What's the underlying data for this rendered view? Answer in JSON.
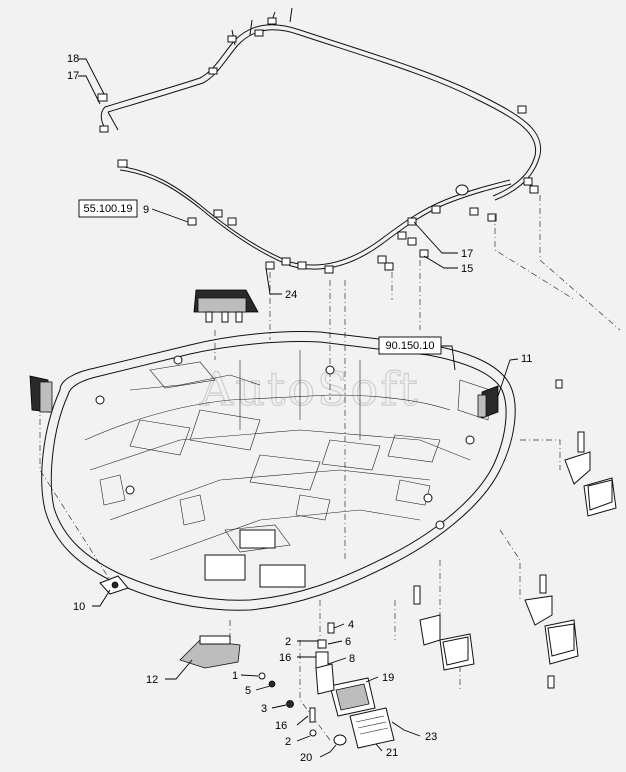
{
  "watermark": "AutoSoft",
  "reference_boxes": [
    {
      "id": "ref-55-100-19",
      "text": "55.100.19"
    },
    {
      "id": "ref-90-150-10",
      "text": "90.150.10"
    }
  ],
  "callouts": [
    {
      "id": "c18",
      "text": "18"
    },
    {
      "id": "c17a",
      "text": "17"
    },
    {
      "id": "c9",
      "text": "9"
    },
    {
      "id": "c17b",
      "text": "17"
    },
    {
      "id": "c15",
      "text": "15"
    },
    {
      "id": "c24",
      "text": "24"
    },
    {
      "id": "c11",
      "text": "11"
    },
    {
      "id": "c10",
      "text": "10"
    },
    {
      "id": "c12",
      "text": "12"
    },
    {
      "id": "c4",
      "text": "4"
    },
    {
      "id": "c2a",
      "text": "2"
    },
    {
      "id": "c6",
      "text": "6"
    },
    {
      "id": "c16a",
      "text": "16"
    },
    {
      "id": "c8",
      "text": "8"
    },
    {
      "id": "c1",
      "text": "1"
    },
    {
      "id": "c5",
      "text": "5"
    },
    {
      "id": "c19",
      "text": "19"
    },
    {
      "id": "c3",
      "text": "3"
    },
    {
      "id": "c16b",
      "text": "16"
    },
    {
      "id": "c23",
      "text": "23"
    },
    {
      "id": "c2b",
      "text": "2"
    },
    {
      "id": "c20",
      "text": "20"
    },
    {
      "id": "c21",
      "text": "21"
    }
  ]
}
